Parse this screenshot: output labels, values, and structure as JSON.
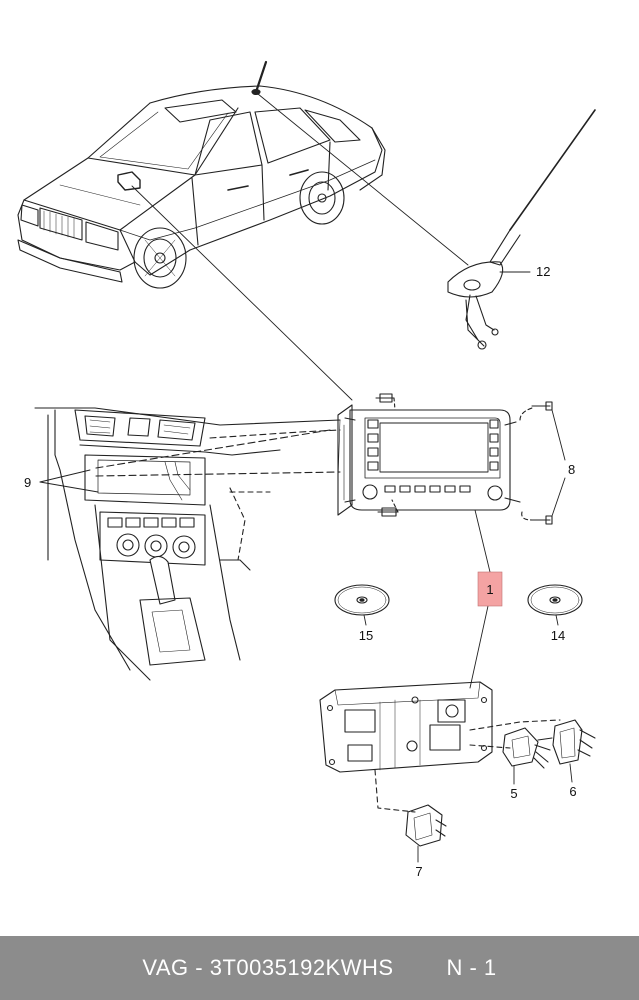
{
  "callouts": {
    "c1": "1",
    "c5": "5",
    "c6": "6",
    "c7": "7",
    "c8": "8",
    "c9": "9",
    "c12": "12",
    "c14": "14",
    "c15": "15"
  },
  "highlight_color": "#f4a3a3",
  "footer": {
    "brand": "VAG",
    "separator": " - ",
    "part_number": "3T0035192KWHS",
    "page": "N - 1"
  }
}
